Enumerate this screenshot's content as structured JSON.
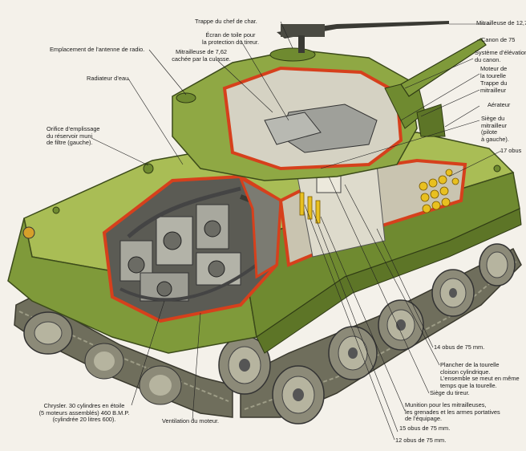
{
  "labels": {
    "trappe_chef": "Trappe du chef de char.",
    "ecran_toile_1": "Écran de toile pour",
    "ecran_toile_2": "la protection du tireur.",
    "mitrailleuse_127": "Mitrailleuse de 12,7",
    "antenne": "Emplacement de l’antenne de radio.",
    "mitrailleuse_762_1": "Mitrailleuse de 7,62",
    "mitrailleuse_762_2": "cachée par la culasse.",
    "canon": "Canon de 75",
    "elevation_1": "Système d’élévation",
    "elevation_2": "du canon.",
    "moteur_tourelle_1": "Moteur de",
    "moteur_tourelle_2": "la tourelle",
    "radiateur": "Radiateur d’eau.",
    "trappe_mitrailleur_1": "Trappe du",
    "trappe_mitrailleur_2": "mitrailleur",
    "aerateur": "Aérateur",
    "orifice_1": "Orifice d’emplissage",
    "orifice_2": "du réservoir muni",
    "orifice_3": "de filtre (gauche).",
    "siege_mitrailleur_1": "Siège du",
    "siege_mitrailleur_2": "mitrailleur",
    "siege_mitrailleur_3": "(pilote",
    "siege_mitrailleur_4": "à gauche).",
    "obus_17": "17 obus",
    "obus_14": "14 obus de 75 mm.",
    "plancher_1": "Plancher de la tourelle",
    "plancher_2": "cloison cylindrique.",
    "plancher_3": "L’ensemble se meut en même",
    "plancher_4": "temps que la tourelle.",
    "siege_tireur": "Siège du tireur.",
    "chrysler_1": "Chrysler. 30 cylindres en étoile",
    "chrysler_2": "(5 moteurs assemblés) 460 B.M.P.",
    "chrysler_3": "(cylindrée 20 litres 600).",
    "munition_1": "Munition pour les mitrailleuses,",
    "munition_2": "les grenades et les armes portatives",
    "munition_3": "de l’équipage.",
    "ventilation": "Ventilation du moteur.",
    "obus_15": "15 obus de 75 mm.",
    "obus_12": "12 obus de 75 mm."
  },
  "colors": {
    "hull_green": "#7f9a3a",
    "hull_light": "#a9bd55",
    "hull_dark": "#4e6424",
    "cut_edge": "#d6401c",
    "track": "#7b7a66",
    "engine": "#8f8f88",
    "shell_yellow": "#e8c020",
    "background": "#f4f1ea"
  }
}
